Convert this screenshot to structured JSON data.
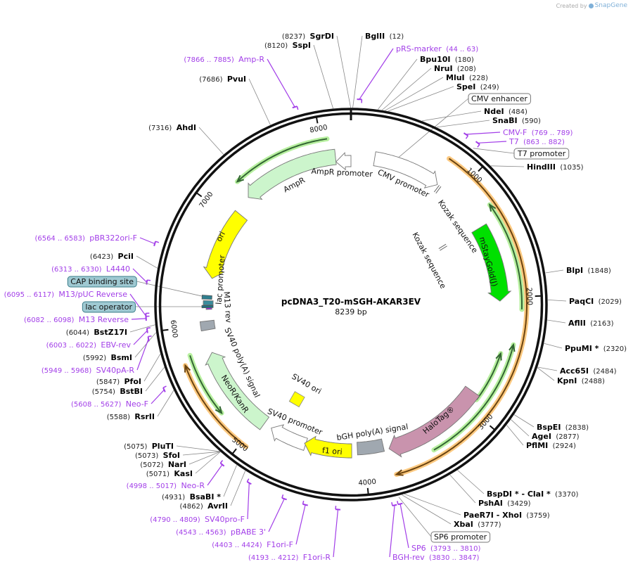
{
  "app": {
    "credit_prefix": "Created by",
    "credit_brand": "SnapGene"
  },
  "plasmid": {
    "name": "pcDNA3_T20-mSGH-AKAR3EV",
    "length_text": "8239 bp",
    "length": 8239
  },
  "ticks": [
    {
      "pos": 1000,
      "label": "1000"
    },
    {
      "pos": 2000,
      "label": "2000"
    },
    {
      "pos": 3000,
      "label": "3000"
    },
    {
      "pos": 4000,
      "label": "4000"
    },
    {
      "pos": 5000,
      "label": "5000"
    },
    {
      "pos": 6000,
      "label": "6000"
    },
    {
      "pos": 7000,
      "label": "7000"
    },
    {
      "pos": 8000,
      "label": "8000"
    }
  ],
  "features": [
    {
      "label": "AmpR promoter",
      "start": 8102,
      "end": 8239,
      "dir": "rev",
      "color": "#ffffff"
    },
    {
      "label": "AmpR",
      "start": 7237,
      "end": 8102,
      "dir": "rev",
      "color": "#ccf5cc"
    },
    {
      "label": "ori",
      "start": 6423,
      "end": 7074,
      "dir": "rev",
      "color": "#ffff00"
    },
    {
      "label": "lac promoter",
      "start": 6175,
      "end": 6215,
      "dir": "none",
      "color": "#3a8c9c"
    },
    {
      "label": "M13 rev",
      "start": 6135,
      "end": 6160,
      "dir": "none",
      "color": "#9b30d9"
    },
    {
      "label": "SV40 poly(A) signal",
      "start": 5950,
      "end": 6030,
      "dir": "none",
      "color": "#a0a8b0"
    },
    {
      "label": "NeoR/KanR",
      "start": 4944,
      "end": 5744,
      "dir": "fwd",
      "color": "#ccf5cc"
    },
    {
      "label": "SV40 ori",
      "start": 4780,
      "end": 4820,
      "dir": "none",
      "color": "#ffff00"
    },
    {
      "label": "SV40 promoter",
      "start": 4531,
      "end": 4871,
      "dir": "fwd",
      "color": "#ffffff"
    },
    {
      "label": "f1 ori",
      "start": 4113,
      "end": 4543,
      "dir": "fwd",
      "color": "#ffff00"
    },
    {
      "label": "bGH poly(A) signal",
      "start": 3826,
      "end": 4062,
      "dir": "none",
      "color": "#a0a8b0"
    },
    {
      "label": "HaloTag®",
      "start": 2872,
      "end": 3781,
      "dir": "fwd",
      "color": "#c993ad"
    },
    {
      "label": "mStayGold(J)",
      "start": 1355,
      "end": 2030,
      "dir": "fwd",
      "color": "#00e000"
    },
    {
      "label": "Kozak sequence",
      "start": 845,
      "end": 855,
      "dir": "none",
      "color": "#ffffff"
    },
    {
      "label": "Kozak sequence",
      "start": 1330,
      "end": 1340,
      "dir": "none",
      "color": "#ffffff"
    },
    {
      "label": "CMV promoter",
      "start": 211,
      "end": 819,
      "dir": "fwd",
      "color": "#ffffff"
    }
  ],
  "orfs": [
    {
      "start": 7260,
      "end": 8051,
      "dir": "rev",
      "color": "#336633",
      "glow": "#b8f0a0"
    },
    {
      "start": 776,
      "end": 3776,
      "dir": "fwd",
      "color": "#6b4410",
      "glow": "#fcc980"
    },
    {
      "start": 1242,
      "end": 2097,
      "dir": "rev",
      "color": "#336633",
      "glow": "#b8f0a0"
    },
    {
      "start": 2378,
      "end": 3440,
      "dir": "rev",
      "color": "#336633",
      "glow": "#b8f0a0"
    },
    {
      "start": 2474,
      "end": 2911,
      "dir": "rev",
      "color": "#336633",
      "glow": "#b8f0a0"
    },
    {
      "start": 5264,
      "end": 5778,
      "dir": "rev",
      "color": "#336633",
      "glow": "#b8f0a0"
    },
    {
      "start": 4953,
      "end": 5717,
      "dir": "fwd",
      "color": "#6b4410",
      "glow": "#fcc980"
    }
  ],
  "sites": [
    {
      "kind": "e",
      "name": "SgrDI",
      "pos": 8237,
      "pos_text": "(8237)"
    },
    {
      "kind": "e",
      "name": "SspI",
      "pos": 8120,
      "pos_text": "(8120)"
    },
    {
      "kind": "p",
      "name": "Amp-R",
      "start": 7866,
      "end": 7885,
      "range_text": "(7866 .. 7885)"
    },
    {
      "kind": "e",
      "name": "PvuI",
      "pos": 7686,
      "pos_text": "(7686)"
    },
    {
      "kind": "e",
      "name": "AhdI",
      "pos": 7316,
      "pos_text": "(7316)"
    },
    {
      "kind": "p",
      "name": "pBR322ori-F",
      "start": 6564,
      "end": 6583,
      "range_text": "(6564 .. 6583)"
    },
    {
      "kind": "e",
      "name": "PciI",
      "pos": 6423,
      "pos_text": "(6423)"
    },
    {
      "kind": "p",
      "name": "L4440",
      "start": 6313,
      "end": 6330,
      "range_text": "(6313 .. 6330)"
    },
    {
      "kind": "b",
      "name": "CAP binding site"
    },
    {
      "kind": "p",
      "name": "M13/pUC Reverse",
      "start": 6095,
      "end": 6117,
      "range_text": "(6095 .. 6117)"
    },
    {
      "kind": "b",
      "name": "lac operator"
    },
    {
      "kind": "p",
      "name": "M13 Reverse",
      "start": 6082,
      "end": 6098,
      "range_text": "(6082 .. 6098)"
    },
    {
      "kind": "e",
      "name": "BstZ17I",
      "pos": 6044,
      "pos_text": "(6044)"
    },
    {
      "kind": "p",
      "name": "EBV-rev",
      "start": 6003,
      "end": 6022,
      "range_text": "(6003 .. 6022)"
    },
    {
      "kind": "e",
      "name": "BsmI",
      "pos": 5992,
      "pos_text": "(5992)"
    },
    {
      "kind": "p",
      "name": "SV40pA-R",
      "start": 5949,
      "end": 5968,
      "range_text": "(5949 .. 5968)"
    },
    {
      "kind": "e",
      "name": "PfoI",
      "pos": 5847,
      "pos_text": "(5847)"
    },
    {
      "kind": "e",
      "name": "BstBI",
      "pos": 5754,
      "pos_text": "(5754)"
    },
    {
      "kind": "p",
      "name": "Neo-F",
      "start": 5608,
      "end": 5627,
      "range_text": "(5608 .. 5627)"
    },
    {
      "kind": "e",
      "name": "RsrII",
      "pos": 5588,
      "pos_text": "(5588)"
    },
    {
      "kind": "e",
      "name": "PluTI",
      "pos": 5075,
      "pos_text": "(5075)"
    },
    {
      "kind": "e",
      "name": "SfoI",
      "pos": 5073,
      "pos_text": "(5073)"
    },
    {
      "kind": "e",
      "name": "NarI",
      "pos": 5072,
      "pos_text": "(5072)"
    },
    {
      "kind": "e",
      "name": "KasI",
      "pos": 5071,
      "pos_text": "(5071)"
    },
    {
      "kind": "p",
      "name": "Neo-R",
      "start": 4998,
      "end": 5017,
      "range_text": "(4998 .. 5017)"
    },
    {
      "kind": "e",
      "name": "BsaBI *",
      "pos": 4931,
      "pos_text": "(4931)"
    },
    {
      "kind": "e",
      "name": "AvrII",
      "pos": 4862,
      "pos_text": "(4862)"
    },
    {
      "kind": "p",
      "name": "SV40pro-F",
      "start": 4790,
      "end": 4809,
      "range_text": "(4790 .. 4809)"
    },
    {
      "kind": "p",
      "name": "pBABE 3'",
      "start": 4543,
      "end": 4563,
      "range_text": "(4543 .. 4563)"
    },
    {
      "kind": "p",
      "name": "F1ori-F",
      "start": 4403,
      "end": 4424,
      "range_text": "(4403 .. 4424)"
    },
    {
      "kind": "p",
      "name": "F1ori-R",
      "start": 4193,
      "end": 4212,
      "range_text": "(4193 .. 4212)"
    },
    {
      "kind": "p",
      "name": "BGH-rev",
      "start": 3830,
      "end": 3847,
      "range_text": "(3830 .. 3847)"
    },
    {
      "kind": "p",
      "name": "SP6",
      "start": 3793,
      "end": 3810,
      "range_text": "(3793 .. 3810)"
    },
    {
      "kind": "b",
      "name": "SP6 promoter"
    },
    {
      "kind": "e",
      "name": "XbaI",
      "pos": 3777,
      "pos_text": "(3777)"
    },
    {
      "kind": "e",
      "name": "PaeR7I - XhoI",
      "pos": 3759,
      "pos_text": "(3759)"
    },
    {
      "kind": "e",
      "name": "PshAI",
      "pos": 3429,
      "pos_text": "(3429)"
    },
    {
      "kind": "e",
      "name": "BspDI * - ClaI *",
      "pos": 3370,
      "pos_text": "(3370)"
    },
    {
      "kind": "e",
      "name": "PflMI",
      "pos": 2924,
      "pos_text": "(2924)"
    },
    {
      "kind": "e",
      "name": "AgeI",
      "pos": 2877,
      "pos_text": "(2877)"
    },
    {
      "kind": "e",
      "name": "BspEI",
      "pos": 2838,
      "pos_text": "(2838)"
    },
    {
      "kind": "e",
      "name": "KpnI",
      "pos": 2488,
      "pos_text": "(2488)"
    },
    {
      "kind": "e",
      "name": "Acc65I",
      "pos": 2484,
      "pos_text": "(2484)"
    },
    {
      "kind": "e",
      "name": "PpuMI *",
      "pos": 2320,
      "pos_text": "(2320)"
    },
    {
      "kind": "e",
      "name": "AflII",
      "pos": 2163,
      "pos_text": "(2163)"
    },
    {
      "kind": "e",
      "name": "PaqCI",
      "pos": 2029,
      "pos_text": "(2029)"
    },
    {
      "kind": "e",
      "name": "BlpI",
      "pos": 1848,
      "pos_text": "(1848)"
    },
    {
      "kind": "e",
      "name": "HindIII",
      "pos": 1035,
      "pos_text": "(1035)"
    },
    {
      "kind": "b",
      "name": "T7 promoter"
    },
    {
      "kind": "p",
      "name": "T7",
      "start": 863,
      "end": 882,
      "range_text": "(863 .. 882)"
    },
    {
      "kind": "p",
      "name": "CMV-F",
      "start": 769,
      "end": 789,
      "range_text": "(769 .. 789)"
    },
    {
      "kind": "e",
      "name": "SnaBI",
      "pos": 590,
      "pos_text": "(590)"
    },
    {
      "kind": "e",
      "name": "NdeI",
      "pos": 484,
      "pos_text": "(484)"
    },
    {
      "kind": "b",
      "name": "CMV enhancer"
    },
    {
      "kind": "e",
      "name": "SpeI",
      "pos": 249,
      "pos_text": "(249)"
    },
    {
      "kind": "e",
      "name": "MluI",
      "pos": 228,
      "pos_text": "(228)"
    },
    {
      "kind": "e",
      "name": "NruI",
      "pos": 208,
      "pos_text": "(208)"
    },
    {
      "kind": "e",
      "name": "Bpu10I",
      "pos": 180,
      "pos_text": "(180)"
    },
    {
      "kind": "p",
      "name": "pRS-marker",
      "start": 44,
      "end": 63,
      "range_text": "(44 .. 63)"
    },
    {
      "kind": "e",
      "name": "BglII",
      "pos": 12,
      "pos_text": "(12)"
    }
  ]
}
